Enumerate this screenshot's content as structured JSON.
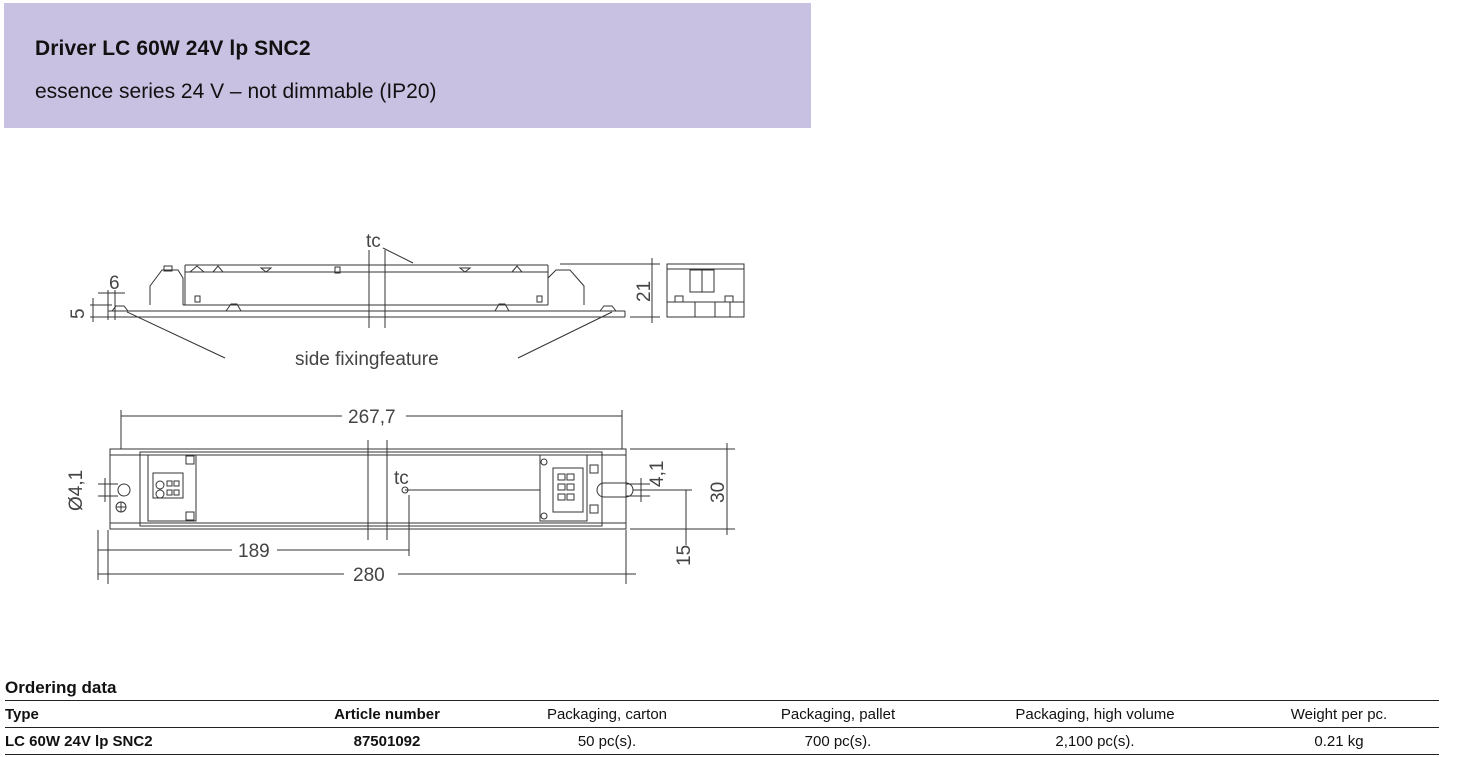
{
  "header": {
    "title": "Driver LC 60W 24V lp SNC2",
    "subtitle": "essence series 24 V – not dimmable (IP20)"
  },
  "drawing": {
    "side_view": {
      "tc_label": "tc",
      "dim_6": "6",
      "dim_5": "5",
      "dim_21": "21",
      "side_fixing_label": "side fixingfeature"
    },
    "top_view": {
      "dim_267_7": "267,7",
      "dim_d4_1": "Ø4,1",
      "tc_label": "tc",
      "dim_4_1": "4,1",
      "dim_30": "30",
      "dim_189": "189",
      "dim_280": "280",
      "dim_15": "15"
    }
  },
  "ordering": {
    "title": "Ordering data",
    "columns": {
      "type": "Type",
      "article": "Article number",
      "carton": "Packaging, carton",
      "pallet": "Packaging, pallet",
      "high_volume": "Packaging, high volume",
      "weight": "Weight per pc."
    },
    "rows": [
      {
        "type": "LC 60W 24V lp SNC2",
        "article": "87501092",
        "carton": "50 pc(s).",
        "pallet": "700 pc(s).",
        "high_volume": "2,100 pc(s).",
        "weight": "0.21 kg"
      }
    ]
  }
}
